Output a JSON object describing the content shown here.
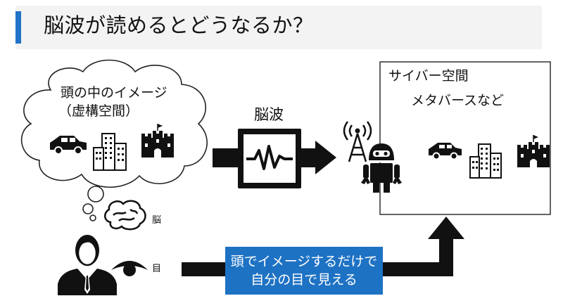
{
  "title": "脳波が読めるとどうなるか？",
  "thought_cloud": {
    "line1": "頭の中のイメージ",
    "line2": "（虚構空間）"
  },
  "brainwave_label": "脳波",
  "brain_label": "脳",
  "eye_label": "目",
  "cyber_space": {
    "title": "サイバー空間",
    "subtitle": "メタバースなど"
  },
  "callout": {
    "line1": "頭でイメージするだけで",
    "line2": "自分の目で見える"
  },
  "colors": {
    "accent": "#1f73c8",
    "callout_bg": "#1e72c4",
    "arrow": "#000000",
    "title_bg": "#f3f3f3"
  },
  "icons": [
    "car-icon",
    "building-icon",
    "castle-icon",
    "brain-icon",
    "person-icon",
    "eye-icon",
    "robot-icon",
    "antenna-icon",
    "waveform-icon"
  ]
}
